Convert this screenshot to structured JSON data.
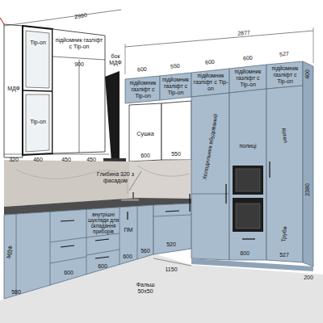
{
  "diagram": {
    "nodes": [
      {
        "text": [
          "Tip-on"
        ]
      },
      {
        "text": [
          "підйомник газліфт с Tip-on"
        ]
      },
      {
        "text": [
          "Tip-on"
        ]
      },
      {
        "text": [
          "підйомник газліфт с Tip-on"
        ]
      },
      {
        "text": [
          "підйомник газліфт с Tip-on"
        ]
      },
      {
        "text": [
          "підйомник газліфт с Tip-on"
        ]
      },
      {
        "text": [
          "підйомник газліфт с Tip-on"
        ]
      },
      {
        "text": [
          "підйомник газліфт с Tip-on"
        ]
      },
      {
        "text": [
          "Сушка"
        ]
      },
      {
        "text": [
          "Холодильник вбудований"
        ]
      },
      {
        "text": [
          "полиці"
        ]
      },
      {
        "text": [
          "Котел"
        ]
      },
      {
        "text": [
          "внутрішні шухляди для складання приборів"
        ]
      },
      {
        "text": [
          "ПМ"
        ]
      }
    ],
    "labels": [
      "2990",
      "2877",
      "600",
      "550",
      "600",
      "600",
      "527",
      "бок МДФ",
      "900",
      "МДФ",
      "320",
      "460",
      "450",
      "450",
      "600",
      "550",
      "Глибина 320 з фасадом",
      "400",
      "2380",
      "Труби",
      "МДФ",
      "580",
      "600",
      "600",
      "600",
      "560",
      "520",
      "1150",
      "600",
      "527",
      "200",
      "Фальш 50x50"
    ]
  }
}
